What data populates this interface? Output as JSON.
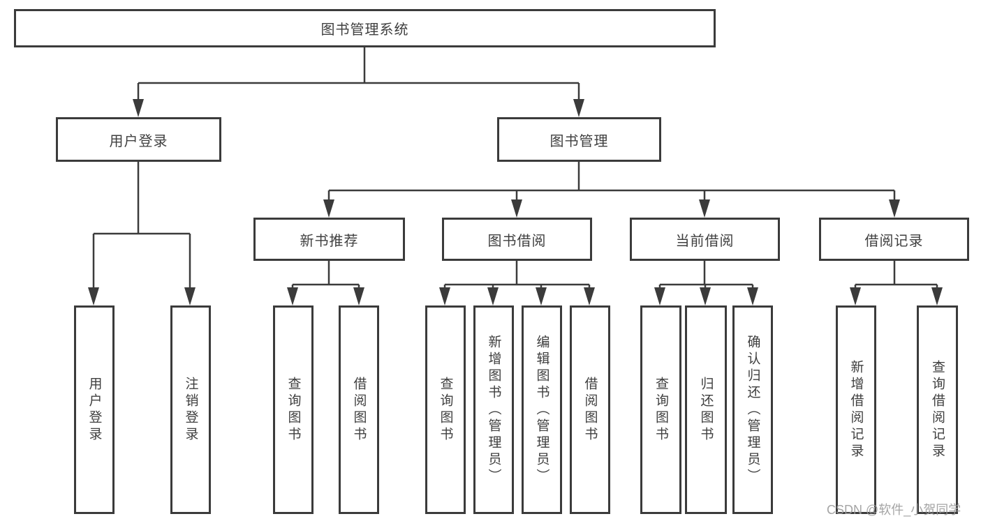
{
  "tree": {
    "root": {
      "label": "图书管理系统"
    },
    "user_login": {
      "label": "用户登录",
      "children": [
        {
          "label": "用户登录"
        },
        {
          "label": "注销登录"
        }
      ]
    },
    "book_management": {
      "label": "图书管理",
      "sections": [
        {
          "label": "新书推荐",
          "children": [
            {
              "label": "查询图书"
            },
            {
              "label": "借阅图书"
            }
          ]
        },
        {
          "label": "图书借阅",
          "children": [
            {
              "label": "查询图书"
            },
            {
              "label": "新增图书（管理员）"
            },
            {
              "label": "编辑图书（管理员）"
            },
            {
              "label": "借阅图书"
            }
          ]
        },
        {
          "label": "当前借阅",
          "children": [
            {
              "label": "查询图书"
            },
            {
              "label": "归还图书"
            },
            {
              "label": "确认归还（管理员）"
            }
          ]
        },
        {
          "label": "借阅记录",
          "children": [
            {
              "label": "新增借阅记录"
            },
            {
              "label": "查询借阅记录"
            }
          ]
        }
      ]
    }
  },
  "watermark": {
    "text": "CSDN @软件_小贺同学"
  },
  "colors": {
    "line": "#3b3b3b",
    "text": "#3f3f3f",
    "watermark": "#9b9b9b",
    "background": "#ffffff"
  }
}
